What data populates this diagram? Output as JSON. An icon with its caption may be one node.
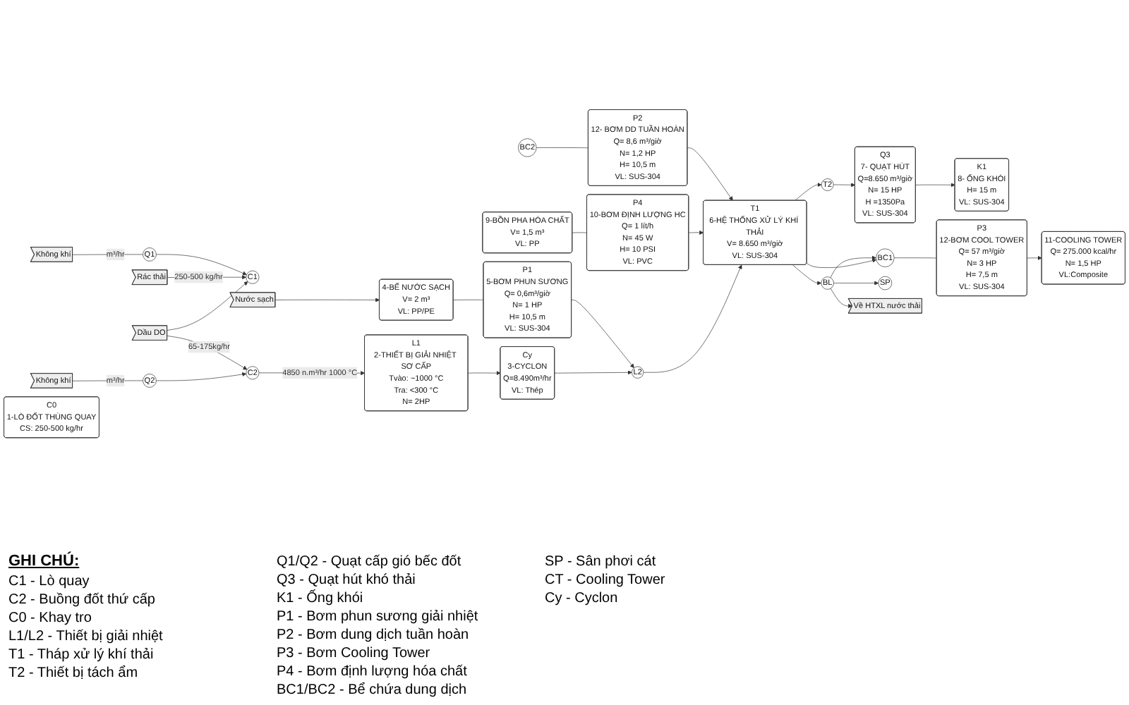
{
  "diagram": {
    "nodes": [
      {
        "text": [
          "Không khí"
        ]
      },
      {
        "text": [
          "Dầu DO"
        ]
      },
      {
        "text": [
          "Rác thải"
        ]
      },
      {
        "text": [
          "Không khí"
        ]
      },
      {
        "text": [
          "Q2"
        ]
      },
      {
        "text": [
          "Q1"
        ]
      },
      {
        "text": [
          "C1"
        ]
      },
      {
        "text": [
          "C2"
        ]
      },
      {
        "text": [
          "C0",
          "1-LÒ ĐỐT THÙNG QUAY",
          "CS: 250-500 kg/hr"
        ]
      },
      {
        "text": [
          "L1",
          "2-THIẾT BỊ GIẢI NHIỆT SƠ CẤP",
          "Tvào: ~1000 °C",
          "Tra: <300 °C",
          "N= 2HP"
        ]
      },
      {
        "text": [
          "Cy",
          "3-CYCLON",
          "Q=8.490m³/hr",
          "VL: Thép"
        ]
      },
      {
        "text": [
          "4-BỂ NƯỚC SẠCH",
          "V= 2 m³",
          "VL: PP/PE"
        ]
      },
      {
        "text": [
          "P1",
          "5-BƠM PHUN SƯƠNG",
          "Q= 0,6m³/giờ",
          "N= 1 HP",
          "H= 10,5 m",
          "VL: SUS-304"
        ]
      },
      {
        "text": [
          "L2"
        ]
      },
      {
        "text": [
          "T1",
          "6-HỆ THỐNG XỬ LÝ KHÍ THẢI",
          "V= 8.650 m³/giờ",
          "VL: SUS-304"
        ]
      },
      {
        "text": [
          "T2"
        ]
      },
      {
        "text": [
          "Q3",
          "7- QUẠT HÚT",
          "Q=8.650 m³/giờ",
          "N= 15 HP",
          "H =1350Pa",
          "VL: SUS-304"
        ]
      },
      {
        "text": [
          "K1",
          "8- ỐNG KHÓI",
          "H= 15 m",
          "VL: SUS-304"
        ]
      },
      {
        "text": [
          "Nước sạch"
        ]
      },
      {
        "text": [
          "9-BỒN PHA HÓA CHẤT",
          "V= 1,5 m³",
          "VL: PP"
        ]
      },
      {
        "text": [
          "P4",
          "10-BƠM ĐỊNH LƯỢNG HC",
          "Q= 1 lít/h",
          "N= 45 W",
          "H= 10 PSI",
          "VL: PVC"
        ]
      },
      {
        "text": [
          "11-COOLING TOWER",
          "Q= 275.000 kcal/hr",
          "N= 1,5 HP",
          "VL:Composite"
        ]
      },
      {
        "text": [
          "BC2"
        ]
      },
      {
        "text": [
          "BC1"
        ]
      },
      {
        "text": [
          "P3",
          "12-BƠM COOL TOWER",
          "Q= 57 m³/giờ",
          "N= 3 HP",
          "H= 7,5 m",
          "VL: SUS-304"
        ]
      },
      {
        "text": [
          "P2",
          "12- BƠM DD TUẦN HOÀN",
          "Q= 8,6 m³/giờ",
          "N= 1,2 HP",
          "H= 10,5 m",
          "VL: SUS-304"
        ]
      },
      {
        "text": [
          "BL"
        ]
      },
      {
        "text": [
          "SP"
        ]
      },
      {
        "text": [
          "Về HTXL nước thải"
        ]
      }
    ],
    "edges": [
      {
        "from": 0,
        "to": 4,
        "arrow": "none",
        "label": "m³/hr"
      },
      {
        "from": 4,
        "to": 7,
        "arrow": "to"
      },
      {
        "from": 1,
        "to": 7,
        "arrow": "to",
        "label": "65-175kg/hr"
      },
      {
        "from": 1,
        "to": 6,
        "arrow": "to"
      },
      {
        "from": 2,
        "to": 6,
        "arrow": "to",
        "label": "250-500 kg/hr"
      },
      {
        "from": 3,
        "to": 5,
        "arrow": "none",
        "label": "m³/hr"
      },
      {
        "from": 5,
        "to": 6,
        "arrow": "to"
      },
      {
        "from": 7,
        "to": 9,
        "arrow": "to",
        "label": "4850 n.m³/hr 1000 °C"
      },
      {
        "from": 9,
        "to": 10,
        "arrow": "to"
      },
      {
        "from": 10,
        "to": 13,
        "arrow": "to"
      },
      {
        "from": 18,
        "to": 11,
        "arrow": "to"
      },
      {
        "from": 11,
        "to": 12,
        "arrow": "none"
      },
      {
        "from": 12,
        "to": 13,
        "arrow": "to"
      },
      {
        "from": 13,
        "to": 14,
        "arrow": "to"
      },
      {
        "from": 14,
        "to": 15,
        "arrow": "to"
      },
      {
        "from": 15,
        "to": 16,
        "arrow": "to"
      },
      {
        "from": 16,
        "to": 17,
        "arrow": "to"
      },
      {
        "from": 19,
        "to": 20,
        "arrow": "none"
      },
      {
        "from": 20,
        "to": 14,
        "arrow": "to"
      },
      {
        "from": 14,
        "to": 26,
        "arrow": "to"
      },
      {
        "from": 14,
        "to": 23,
        "arrow": "to"
      },
      {
        "from": 22,
        "to": 25,
        "arrow": "none"
      },
      {
        "from": 25,
        "to": 14,
        "arrow": "to"
      },
      {
        "from": 23,
        "to": 24,
        "arrow": "none"
      },
      {
        "from": 24,
        "to": 21,
        "arrow": "to"
      },
      {
        "from": 26,
        "to": 23,
        "arrow": "to"
      },
      {
        "from": 26,
        "to": 27,
        "arrow": "to"
      },
      {
        "from": 26,
        "to": 28,
        "arrow": "to"
      }
    ],
    "labels": [
      "GHI CHÚ:"
    ],
    "legend": [
      {
        "text": "C1 - Lò quay"
      },
      {
        "text": "C2 - Buồng đốt thứ cấp"
      },
      {
        "text": "C0 - Khay tro"
      },
      {
        "text": "L1/L2 - Thiết bị giải nhiệt"
      },
      {
        "text": "T1 - Tháp xử lý khí thải"
      },
      {
        "text": "T2 - Thiết bị tách ẩm"
      },
      {
        "text": "Q1/Q2 - Quạt cấp gió bếc đốt"
      },
      {
        "text": "Q3 - Quạt hút khó thải"
      },
      {
        "text": "K1 - Ống khói"
      },
      {
        "text": "P1 - Bơm phun sương giải nhiệt"
      },
      {
        "text": "P2 - Bơm dung dịch tuần hoàn"
      },
      {
        "text": "P3 - Bơm Cooling Tower"
      },
      {
        "text": "P4 - Bơm định lượng hóa chất"
      },
      {
        "text": "BC1/BC2 - Bể chứa dung dịch"
      },
      {
        "text": "SP - Sân phơi cát"
      },
      {
        "text": "CT - Cooling Tower"
      },
      {
        "text": "Cy - Cyclon"
      }
    ]
  }
}
